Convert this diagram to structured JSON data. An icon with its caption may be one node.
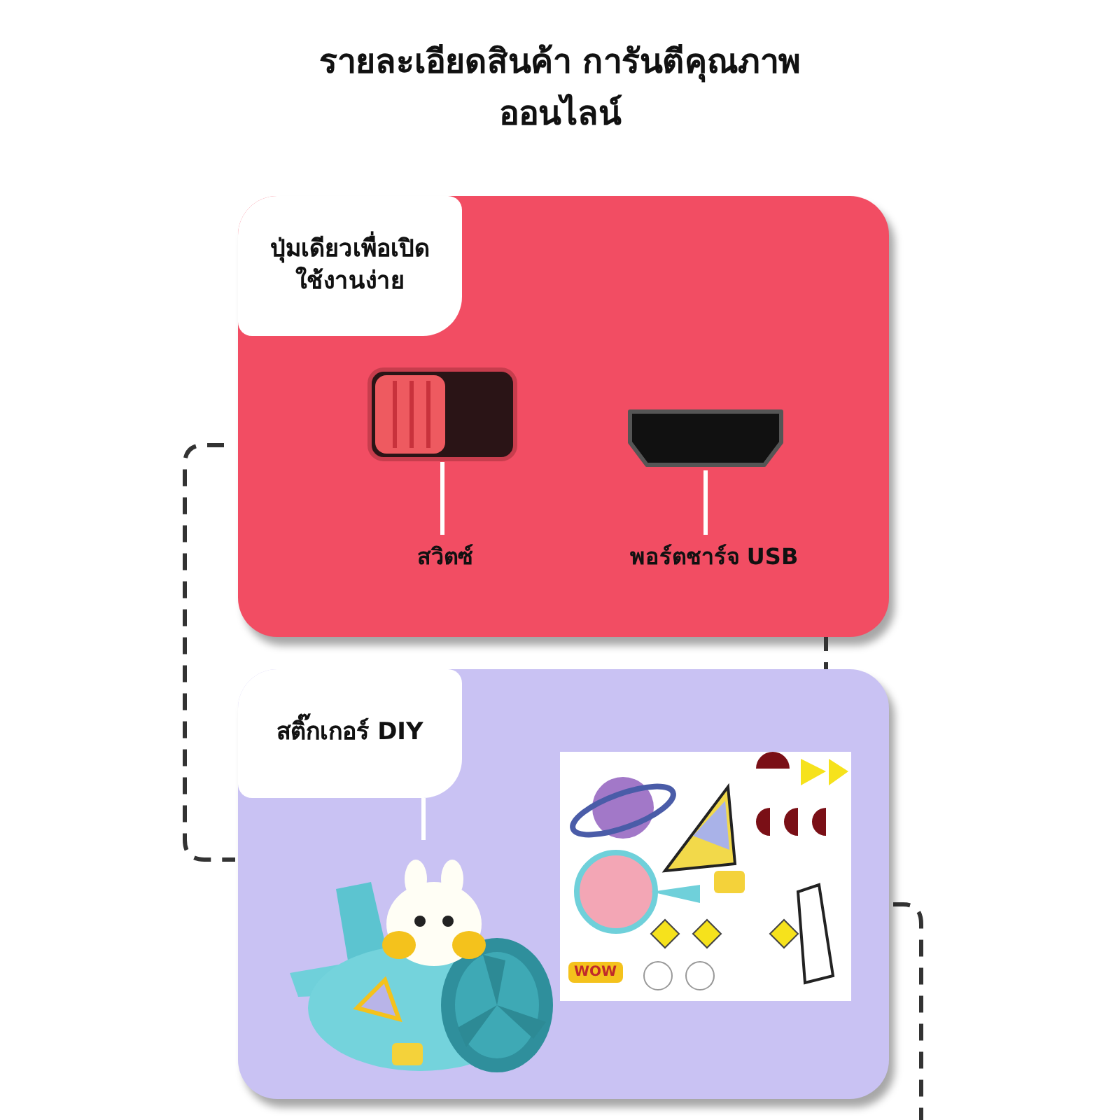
{
  "diagram": {
    "title": "รายละเอียดสินค้า การันตีคุณภาพออนไลน์",
    "nodes": [
      {
        "text": [],
        "shape": "box"
      },
      {
        "text": [
          "ปุ่มเดียวเพื่อเปิดใช้งานง่าย"
        ],
        "in": 0
      },
      {
        "text": [],
        "shape": "picture",
        "in": 0
      },
      {
        "text": [],
        "shape": "box",
        "in": 0
      },
      {
        "text": [
          "สวิตซ์"
        ],
        "in": 0
      },
      {
        "text": [
          "พอร์ตชาร์จ USB"
        ],
        "in": 0
      },
      {
        "text": [],
        "shape": "box"
      },
      {
        "text": [
          "สติ๊กเกอร์ DIY"
        ],
        "in": 6
      },
      {
        "text": [],
        "shape": "picture",
        "in": 6
      },
      {
        "text": [],
        "shape": "picture",
        "in": 6
      }
    ],
    "edges": [
      {
        "from": 4,
        "to": 2,
        "arrow": "none"
      },
      {
        "from": 5,
        "to": 3,
        "arrow": "none"
      },
      {
        "from": 7,
        "to": 8,
        "arrow": "none"
      },
      {
        "from": 0,
        "to": 6,
        "arrow": "none",
        "style": "dashed",
        "color": "#333333"
      }
    ],
    "labels": [
      "WOW"
    ]
  }
}
